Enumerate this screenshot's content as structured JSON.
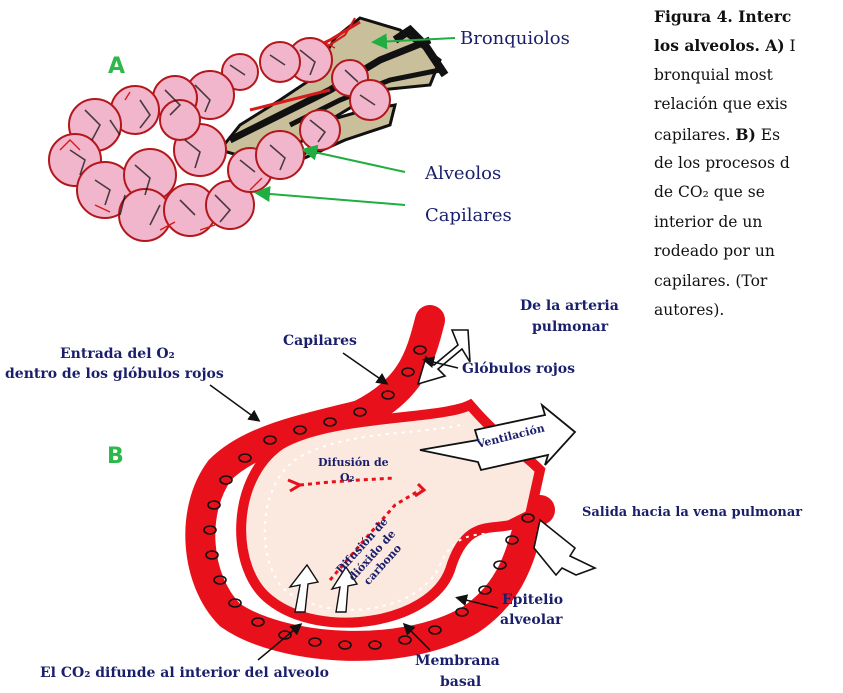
{
  "caption": {
    "lines": [
      {
        "bold": "Figura 4. Interc",
        "text": ""
      },
      {
        "bold": "los alveolos. A)",
        "text": " I"
      },
      {
        "bold": "",
        "text": "bronquial  most"
      },
      {
        "bold": "",
        "text": "relación que exis"
      },
      {
        "bold": "",
        "text": "capilares.  "
      },
      {
        "bold": "",
        "text": "de los procesos d"
      },
      {
        "bold": "",
        "text": "de  CO₂  que  se"
      },
      {
        "bold": "",
        "text": "interior  de  un "
      },
      {
        "bold": "",
        "text": "rodeado  por  un"
      },
      {
        "bold": "",
        "text": "capilares.     (Tor"
      },
      {
        "bold": "",
        "text": "autores)."
      }
    ],
    "line5_bold": "B)",
    "line5_rest": "  Es"
  },
  "panel_a": {
    "letter": "A",
    "labels": {
      "bronquiolos": "Bronquiolos",
      "alveolos": "Alveolos",
      "capilares": "Capilares"
    }
  },
  "panel_b": {
    "letter": "B",
    "labels": {
      "arteria_1": "De la arteria",
      "arteria_2": "pulmonar",
      "capilares": "Capilares",
      "globulos": "Glóbulos rojos",
      "entrada_1": "Entrada del O₂",
      "entrada_2": "dentro de los glóbulos rojos",
      "ventilacion": "Ventilación",
      "difusion_o2_1": "Difusión de",
      "difusion_o2_2": "O₂",
      "difusion_co2_1": "Difusión de",
      "difusion_co2_2": "dióxido de",
      "difusion_co2_3": "carbono",
      "salida": "Salida hacia la vena pulmonar",
      "epitelio_1": "Epitelio",
      "epitelio_2": "alveolar",
      "membrana_1": "Membrana",
      "membrana_2": "basal",
      "co2_difunde": "El CO₂ difunde al interior del alveolo"
    }
  },
  "colors": {
    "label": "#1a1f6b",
    "letter": "#2fb84a",
    "capillary": "#e8101a",
    "alveolus_fill": "#f2b6cc",
    "bronchiole": "#c9bf9a",
    "leader_green": "#1fae3f"
  }
}
